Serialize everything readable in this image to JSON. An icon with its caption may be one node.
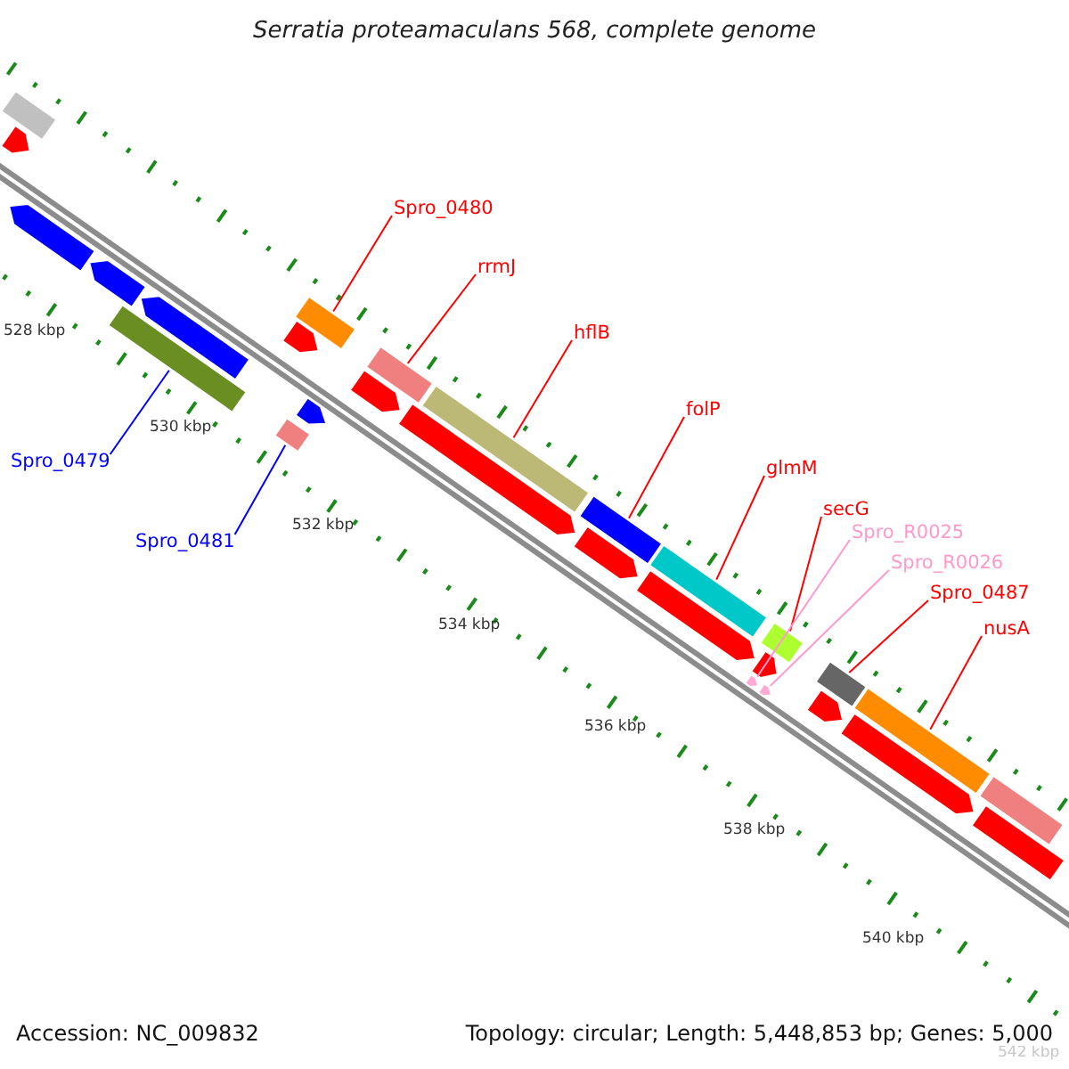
{
  "diagram": {
    "title": "Serratia proteamaculans 568, complete genome",
    "nodes": [
      {
        "text": [
          "Spro_0480"
        ]
      },
      {
        "text": [
          "rrmJ"
        ]
      },
      {
        "text": [
          "hflB"
        ]
      },
      {
        "text": [
          "folP"
        ]
      },
      {
        "text": [
          "glmM"
        ]
      },
      {
        "text": [
          "secG"
        ]
      },
      {
        "text": [
          "Spro_R0025"
        ]
      },
      {
        "text": [
          "Spro_R0026"
        ]
      },
      {
        "text": [
          "Spro_0487"
        ]
      },
      {
        "text": [
          "nusA"
        ]
      },
      {
        "text": [
          "Spro_0479"
        ]
      },
      {
        "text": [
          "Spro_0481"
        ]
      },
      {
        "text": [],
        "shape": "bar"
      },
      {
        "text": [],
        "shape": "bar"
      },
      {
        "text": [],
        "shape": "bar"
      },
      {
        "text": [],
        "shape": "bar"
      },
      {
        "text": [],
        "shape": "bar"
      },
      {
        "text": [],
        "shape": "bar"
      },
      {
        "text": [],
        "shape": "bar"
      },
      {
        "text": [],
        "shape": "bar"
      },
      {
        "text": [],
        "shape": "bar"
      },
      {
        "text": [],
        "shape": "bar"
      },
      {
        "text": [],
        "shape": "bar"
      },
      {
        "text": [],
        "shape": "bar"
      },
      {
        "text": [],
        "shape": "bar"
      },
      {
        "text": [],
        "shape": "bar"
      },
      {
        "text": [],
        "shape": "bar"
      },
      {
        "text": [],
        "shape": "bar"
      },
      {
        "text": [],
        "shape": "bar"
      },
      {
        "text": [],
        "shape": "bar"
      },
      {
        "text": [],
        "shape": "bar"
      },
      {
        "text": [],
        "shape": "bar"
      },
      {
        "text": [],
        "shape": "bar"
      },
      {
        "text": [],
        "shape": "bar"
      },
      {
        "text": [],
        "shape": "bar"
      },
      {
        "text": [],
        "shape": "bar"
      },
      {
        "text": [],
        "shape": "bar"
      },
      {
        "text": [],
        "shape": "bar"
      },
      {
        "text": [],
        "shape": "bar"
      },
      {
        "text": [],
        "shape": "bar"
      }
    ],
    "edges": [
      {
        "from": 0,
        "to": 12,
        "arrow": "none"
      },
      {
        "from": 1,
        "to": 13,
        "arrow": "none"
      },
      {
        "from": 2,
        "to": 14,
        "arrow": "none"
      },
      {
        "from": 3,
        "to": 15,
        "arrow": "none"
      },
      {
        "from": 4,
        "to": 16,
        "arrow": "none"
      },
      {
        "from": 5,
        "to": 17,
        "arrow": "none"
      },
      {
        "from": 6,
        "to": 18,
        "arrow": "none",
        "color": "#ff99cc"
      },
      {
        "from": 7,
        "to": 19,
        "arrow": "none",
        "color": "#ff99cc"
      },
      {
        "from": 8,
        "to": 20,
        "arrow": "none"
      },
      {
        "from": 9,
        "to": 21,
        "arrow": "none"
      },
      {
        "from": 10,
        "to": 22,
        "arrow": "none",
        "color": "#0000ff"
      },
      {
        "from": 11,
        "to": 23,
        "arrow": "none",
        "color": "#0000ff"
      }
    ],
    "labels": [
      "528 kbp",
      "530 kbp",
      "532 kbp",
      "534 kbp",
      "536 kbp",
      "538 kbp",
      "540 kbp",
      "542 kbp",
      "Accession: NC_009832",
      "Topology: circular; Length: 5,448,853 bp; Genes: 5,000"
    ]
  }
}
